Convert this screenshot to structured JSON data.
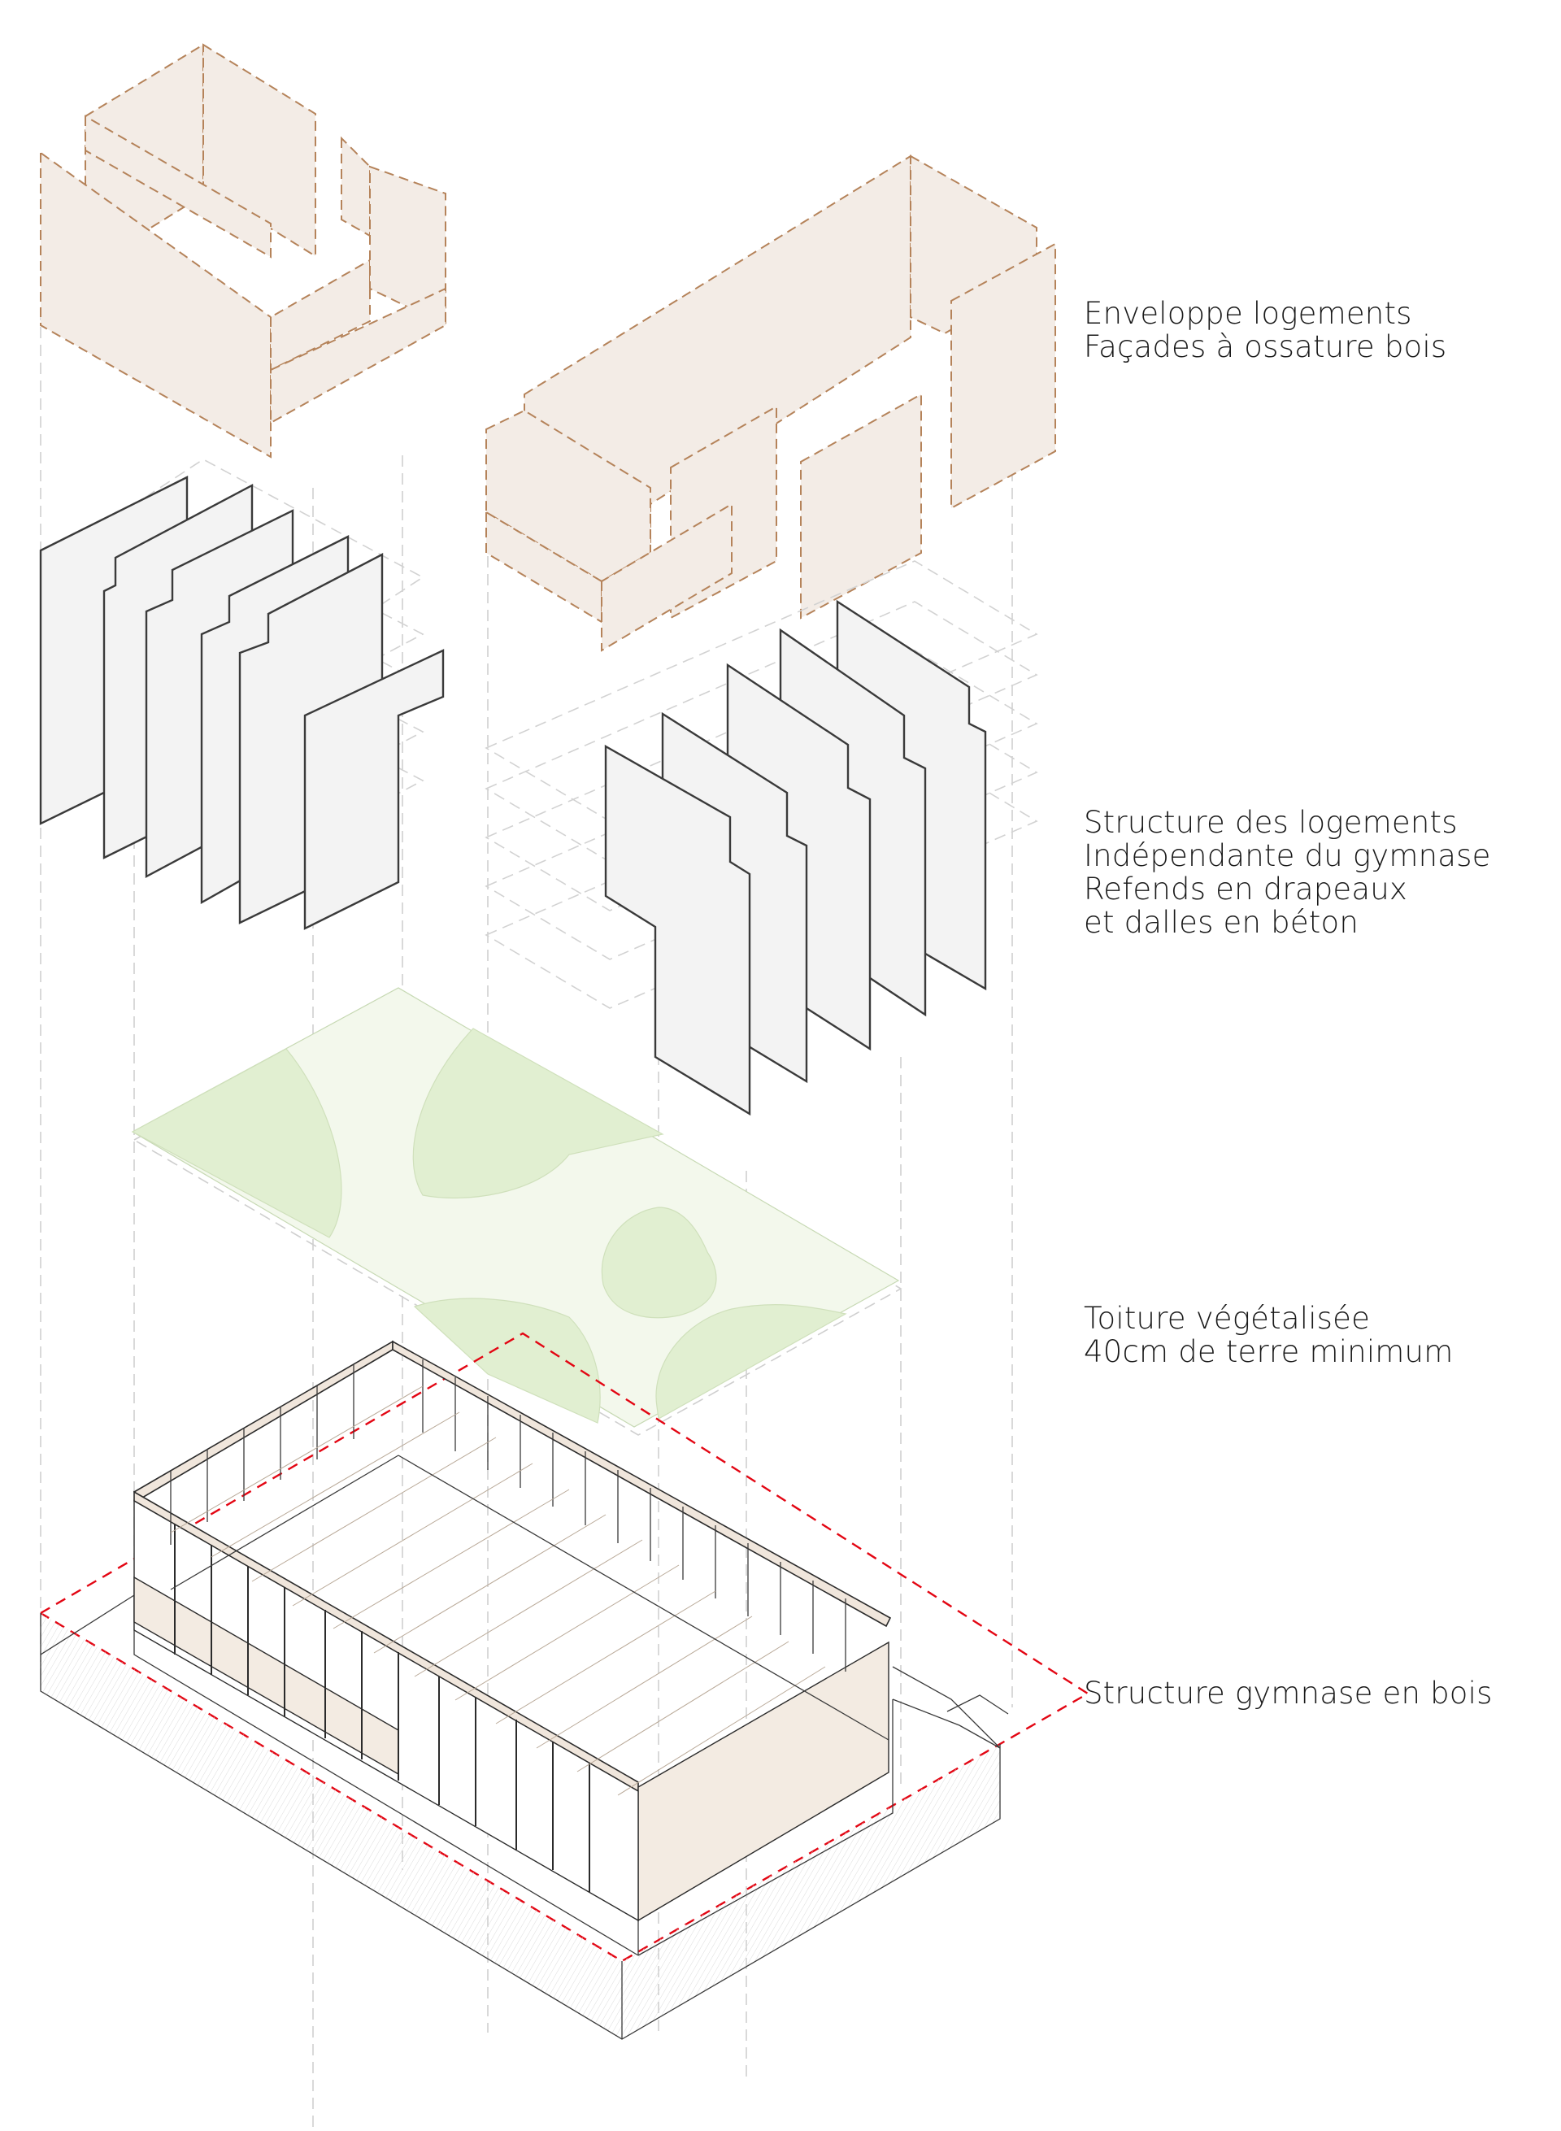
{
  "diagram": {
    "type": "exploded axonometric",
    "layers": [
      {
        "id": "envelope",
        "label_lines": [
          "Enveloppe logements",
          "Façades à ossature bois"
        ]
      },
      {
        "id": "housing-structure",
        "label_lines": [
          "Structure des logements",
          "Indépendante du gymnase",
          "Refends en drapeaux",
          "et dalles en béton"
        ]
      },
      {
        "id": "green-roof",
        "label_lines": [
          "Toiture végétalisée",
          "40cm de terre minimum"
        ]
      },
      {
        "id": "gym-structure",
        "label_lines": [
          "Structure gymnase en bois"
        ]
      }
    ]
  },
  "colors": {
    "envelope_fill": "#f3ece6",
    "envelope_stroke": "#b5835a",
    "wall_fill": "#f3f3f3",
    "roof_base": "#f3f8ec",
    "roof_patch": "#e1efd1",
    "wood": "#f0e6dc",
    "site_boundary": "#e30613",
    "text": "#1a1a1a"
  }
}
